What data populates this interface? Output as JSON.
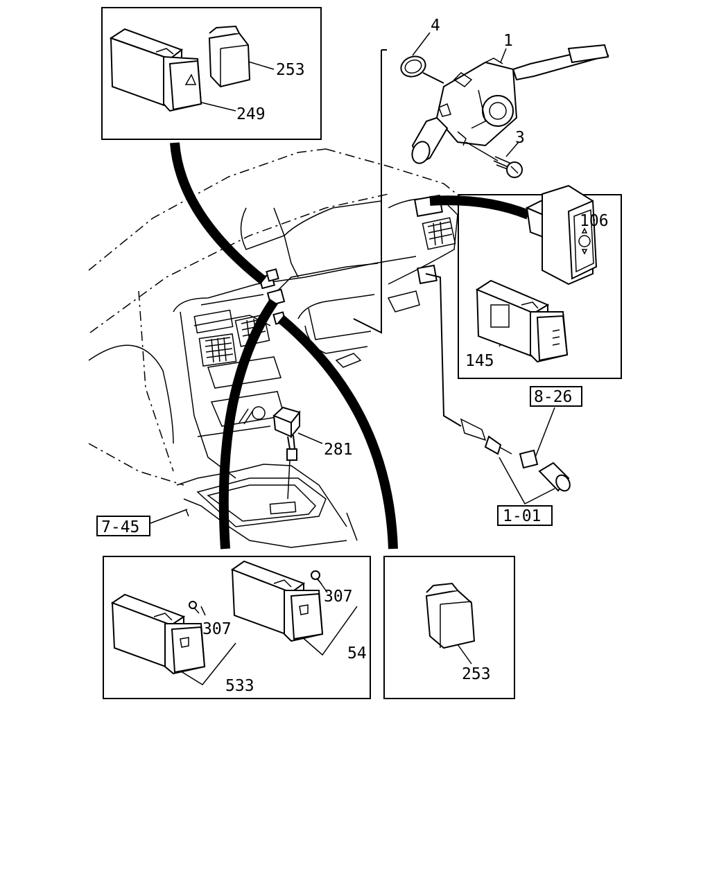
{
  "diagram": {
    "callouts": [
      {
        "id": "c249",
        "text": "249"
      },
      {
        "id": "c253a",
        "text": "253"
      },
      {
        "id": "c4",
        "text": "4"
      },
      {
        "id": "c1",
        "text": "1"
      },
      {
        "id": "c3",
        "text": "3"
      },
      {
        "id": "c106",
        "text": "106"
      },
      {
        "id": "c145",
        "text": "145"
      },
      {
        "id": "c281",
        "text": "281"
      },
      {
        "id": "c307a",
        "text": "307"
      },
      {
        "id": "c307b",
        "text": "307"
      },
      {
        "id": "c533",
        "text": "533"
      },
      {
        "id": "c54",
        "text": "54"
      },
      {
        "id": "c253b",
        "text": "253"
      }
    ],
    "references": [
      {
        "id": "r826",
        "text": "8-26"
      },
      {
        "id": "r101",
        "text": "1-01"
      },
      {
        "id": "r745",
        "text": "7-45"
      }
    ]
  }
}
